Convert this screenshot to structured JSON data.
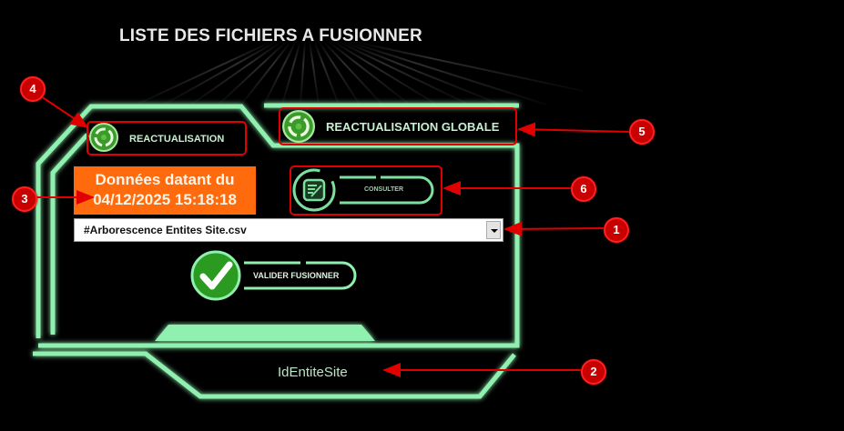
{
  "header": {
    "title": "LISTE DES FICHIERS A FUSIONNER"
  },
  "buttons": {
    "reactualisation": {
      "label": "REACTUALISATION",
      "icon": "recycle-icon"
    },
    "reactualisation_globale": {
      "label": "REACTUALISATION GLOBALE",
      "icon": "recycle-icon"
    },
    "consulter": {
      "label": "CONSULTER",
      "icon": "edit-document-icon"
    },
    "valider_fusionner": {
      "label": "VALIDER FUSIONNER",
      "icon": "checkmark-icon"
    }
  },
  "data_date": {
    "line1": "Données datant du",
    "line2": "04/12/2025 15:18:18",
    "background": "#ff6a0d"
  },
  "file_select": {
    "selected": "#Arborescence Entites Site.csv"
  },
  "footer": {
    "field_label": "IdEntiteSite"
  },
  "annotations": [
    {
      "number": "1",
      "target": "file-select"
    },
    {
      "number": "2",
      "target": "footer-field"
    },
    {
      "number": "3",
      "target": "data-date-banner"
    },
    {
      "number": "4",
      "target": "reactualisation-button"
    },
    {
      "number": "5",
      "target": "reactualisation-globale-button"
    },
    {
      "number": "6",
      "target": "consulter-button"
    }
  ],
  "colors": {
    "frame_green": "#8ff0b0",
    "annotation_red": "#e00000",
    "accent_orange": "#ff6a0d"
  }
}
